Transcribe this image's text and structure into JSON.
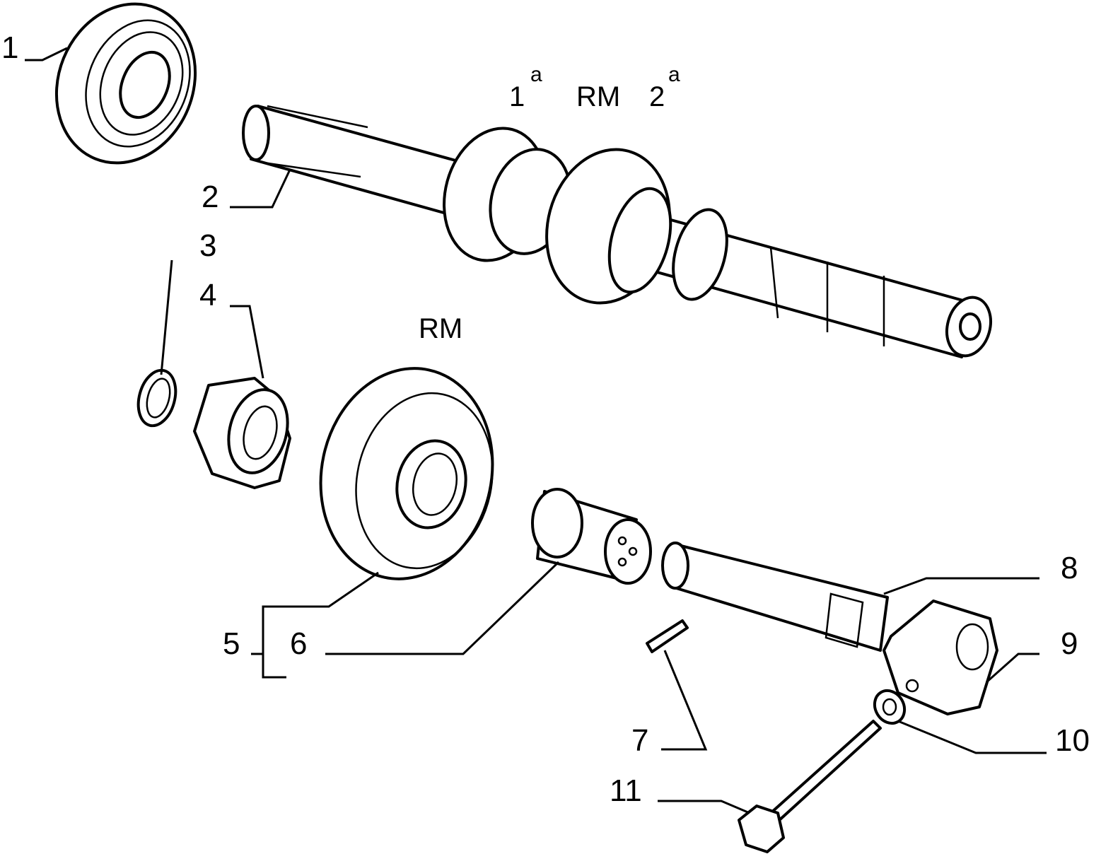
{
  "callouts": [
    {
      "id": "1",
      "text": "1"
    },
    {
      "id": "2",
      "text": "2"
    },
    {
      "id": "3",
      "text": "3"
    },
    {
      "id": "4",
      "text": "4"
    },
    {
      "id": "5",
      "text": "5"
    },
    {
      "id": "6",
      "text": "6"
    },
    {
      "id": "7",
      "text": "7"
    },
    {
      "id": "8",
      "text": "8"
    },
    {
      "id": "9",
      "text": "9"
    },
    {
      "id": "10",
      "text": "10"
    },
    {
      "id": "11",
      "text": "11"
    }
  ],
  "gear_labels": {
    "first": {
      "num": "1",
      "sup": "a"
    },
    "reverse_shaft": "RM",
    "second": {
      "num": "2",
      "sup": "a"
    },
    "reverse_gear": "RM"
  }
}
